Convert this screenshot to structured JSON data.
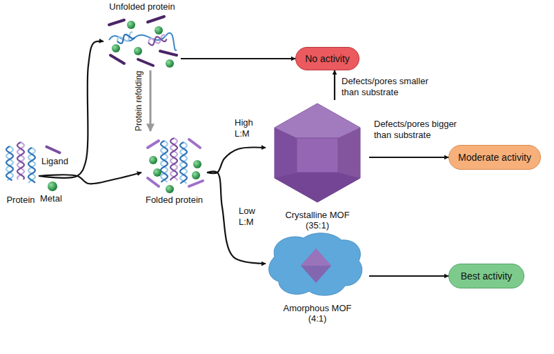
{
  "diagram": {
    "nodes": [
      {
        "text": [
          "Unfolded protein"
        ]
      },
      {
        "text": [
          "No activity"
        ]
      },
      {
        "text": [
          "Protein"
        ]
      },
      {
        "text": [
          "Folded protein"
        ]
      },
      {
        "text": [
          "Crystalline MOF",
          "(35:1)"
        ]
      },
      {
        "text": [
          "Moderate activity"
        ]
      },
      {
        "text": [
          "Amorphous MOF",
          "(4:1)"
        ]
      },
      {
        "text": [
          "Best activity"
        ]
      }
    ],
    "edges": [
      {
        "from": 2,
        "to": 0,
        "arrow": "to"
      },
      {
        "from": 2,
        "to": 3,
        "arrow": "to"
      },
      {
        "from": 0,
        "to": 1,
        "arrow": "to"
      },
      {
        "from": 0,
        "to": 3,
        "arrow": "to",
        "label": "Protein refolding"
      },
      {
        "from": 3,
        "to": 4,
        "arrow": "to",
        "label": "High L:M"
      },
      {
        "from": 3,
        "to": 6,
        "arrow": "to",
        "label": "Low L:M"
      },
      {
        "from": 4,
        "to": 1,
        "arrow": "to",
        "label": "Defects/pores smaller than substrate"
      },
      {
        "from": 4,
        "to": 5,
        "arrow": "to",
        "label": "Defects/pores bigger than substrate"
      },
      {
        "from": 6,
        "to": 7,
        "arrow": "to"
      }
    ],
    "labels": [
      "Ligand",
      "Metal"
    ]
  }
}
